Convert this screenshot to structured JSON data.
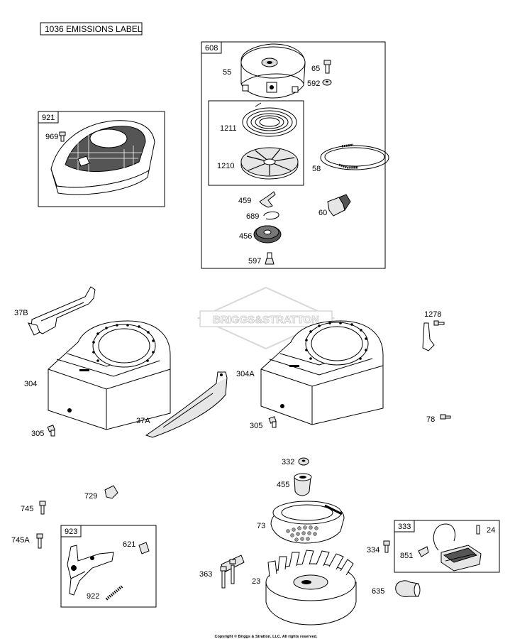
{
  "emissions_label": "1036 EMISSIONS LABEL",
  "watermark": "BRIGGS&STRATTON",
  "copyright": "Copyright © Briggs & Stratton, LLC. All rights reserved.",
  "boxes": {
    "b921": "921",
    "b608": "608",
    "b923": "923",
    "b333": "333"
  },
  "parts": {
    "p969": "969",
    "p55": "55",
    "p65": "65",
    "p592": "592",
    "p1211": "1211",
    "p1210": "1210",
    "p58": "58",
    "p459": "459",
    "p689": "689",
    "p60": "60",
    "p456": "456",
    "p597": "597",
    "p37B": "37B",
    "p304": "304",
    "p305a": "305",
    "p37A": "37A",
    "p304A": "304A",
    "p305b": "305",
    "p1278": "1278",
    "p78": "78",
    "p332": "332",
    "p455": "455",
    "p745": "745",
    "p729": "729",
    "p745A": "745A",
    "p621": "621",
    "p922": "922",
    "p73": "73",
    "p363": "363",
    "p23": "23",
    "p334": "334",
    "p24": "24",
    "p851": "851",
    "p635": "635"
  }
}
